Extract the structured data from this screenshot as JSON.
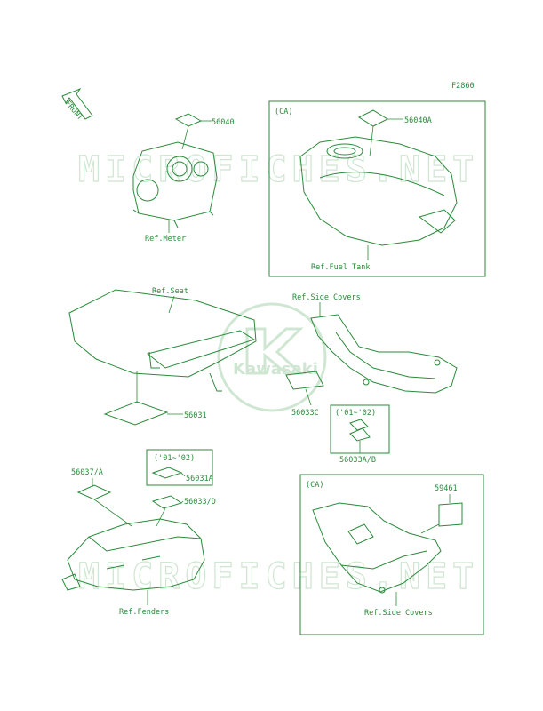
{
  "figure_id": "F2860",
  "watermark": {
    "text": "MICROFICHES.NET",
    "logo_text": "Kawasaki"
  },
  "front_arrow": "FRONT",
  "boxes": {
    "tank_box": {
      "tag": "(CA)"
    },
    "side_box": {
      "tag": "(CA)"
    },
    "years_small": {
      "text": "('01~'02)"
    },
    "years_right": {
      "text": "('01~'02)"
    }
  },
  "parts": {
    "p56040": "56040",
    "p56040A": "56040A",
    "p56031": "56031",
    "p56031A": "56031A",
    "p56033C": "56033C",
    "p56033AB": "56033A/B",
    "p56037A": "56037/A",
    "p56033D": "56033/D",
    "p59461": "59461"
  },
  "refs": {
    "meter": "Ref.Meter",
    "fuel_tank": "Ref.Fuel Tank",
    "seat": "Ref.Seat",
    "side_covers_top": "Ref.Side Covers",
    "fenders": "Ref.Fenders",
    "side_covers_bottom": "Ref.Side Covers"
  },
  "colors": {
    "line": "#2a8a3a",
    "watermark": "#cfe6d2"
  }
}
